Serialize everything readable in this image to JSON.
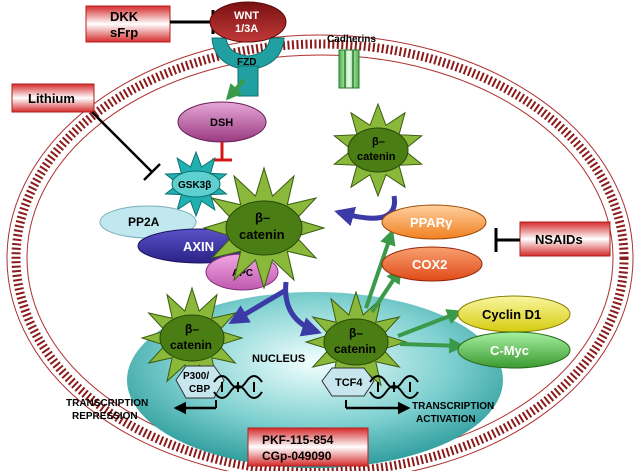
{
  "colors": {
    "membrane": "#8b1a1a",
    "nucleus": "#3aa6a6",
    "catenin": "#4a7d14",
    "arrow_green": "#3a9a4a",
    "arrow_blue": "#3b3aa6",
    "inhibitor_red": "#d01818",
    "drug_box": "#cc2020"
  },
  "drugs": {
    "dkk_line1": "DKK",
    "dkk_line2": "sFrp",
    "lithium": "Lithium",
    "nsaids": "NSAIDs",
    "pkf_line1": "PKF-115-854",
    "pkf_line2": "CGp-049090"
  },
  "receptor": {
    "wnt_line1": "WNT",
    "wnt_line2": "1/3A",
    "fzd": "FZD",
    "cadherins": "Cadherins"
  },
  "proteins": {
    "dsh": "DSH",
    "gsk3b": "GSK3β",
    "pp2a": "PP2A",
    "axin": "AXIN",
    "apc": "APC",
    "ppar": "PPARγ",
    "cox2": "COX2",
    "cyclin_d1": "Cyclin D1",
    "cmyc": "C-Myc",
    "p300_line1": "P300/",
    "p300_line2": "CBP",
    "tcf4": "TCF4"
  },
  "catenin": {
    "line1": "β–",
    "line2": "catenin"
  },
  "labels": {
    "nucleus": "NUCLEUS",
    "repression_line1": "TRANSCRIPTION",
    "repression_line2": "REPRESSION",
    "activation_line1": "TRANSCRIPTION",
    "activation_line2": "ACTIVATION"
  }
}
